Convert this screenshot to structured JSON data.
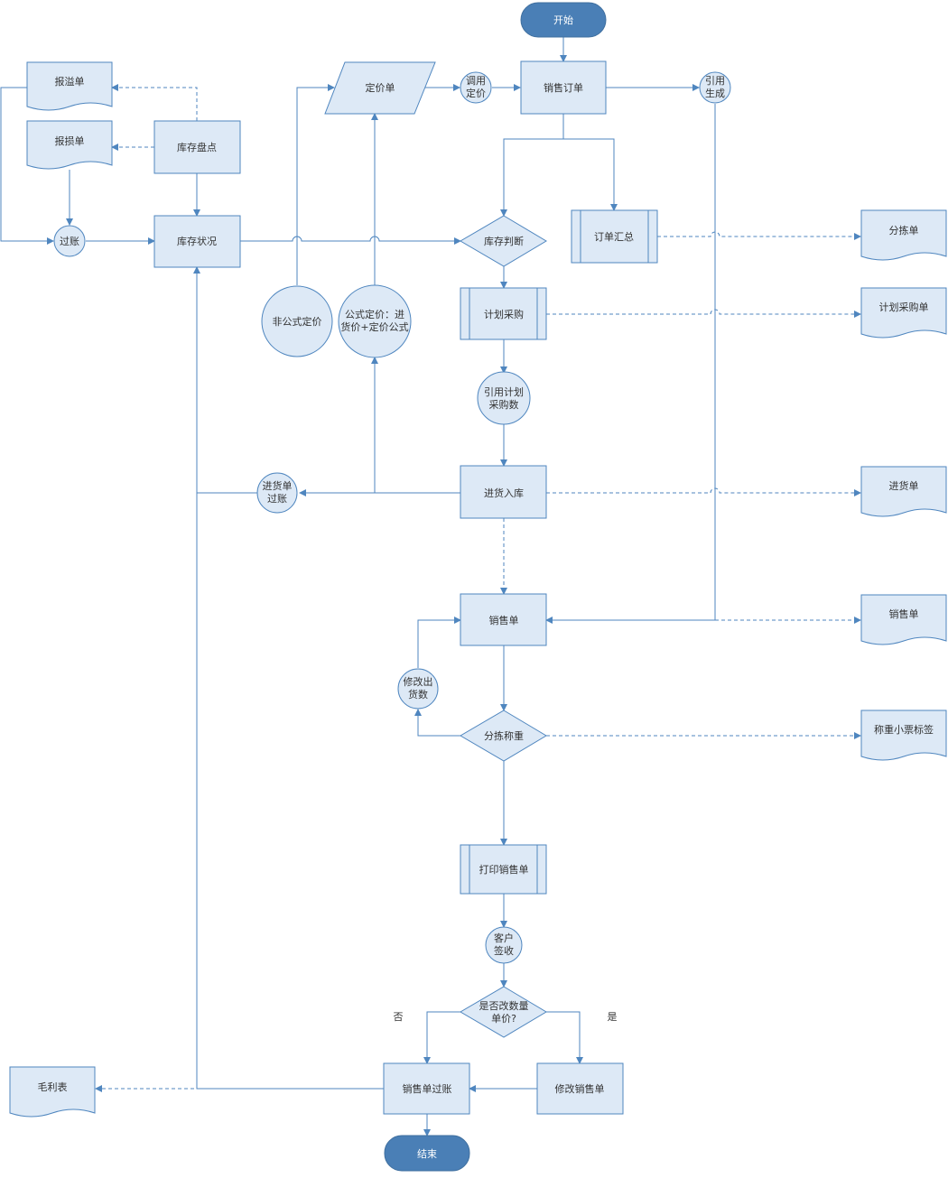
{
  "nodes": {
    "start": "开始",
    "end": "结束",
    "overflow_doc": "报溢单",
    "loss_doc": "报损单",
    "stocktake": "库存盘点",
    "post": "过账",
    "inventory": "库存状况",
    "price_doc": "定价单",
    "call_price": [
      "调用",
      "定价"
    ],
    "sales_order": "销售订单",
    "ref_gen": [
      "引用",
      "生成"
    ],
    "stock_judge": "库存判断",
    "order_summary": "订单汇总",
    "pick_doc": "分拣单",
    "plan_purchase": "计划采购",
    "plan_purchase_doc": "计划采购单",
    "nonformula_price": "非公式定价",
    "formula_price": [
      "公式定价：进",
      "货价+定价公式"
    ],
    "ref_plan_qty": [
      "引用计划",
      "采购数"
    ],
    "purchase_in": "进货入库",
    "purchase_doc": "进货单",
    "purchase_post": [
      "进货单",
      "过账"
    ],
    "sales_doc": "销售单",
    "sales_doc_out": "销售单",
    "modify_qty": [
      "修改出",
      "货数"
    ],
    "pick_weigh": "分拣称重",
    "weigh_label": "称重小票标签",
    "print_sales": "打印销售单",
    "customer_sign": [
      "客户",
      "签收"
    ],
    "change_decision": [
      "是否改数量",
      "单价?"
    ],
    "no_label": "否",
    "yes_label": "是",
    "sales_post": "销售单过账",
    "modify_sales": "修改销售单",
    "gross_profit": "毛利表"
  },
  "colors": {
    "fill": "#dde9f6",
    "stroke": "#4f86bf",
    "terminal": "#4a7fb6",
    "text": "#333333"
  }
}
